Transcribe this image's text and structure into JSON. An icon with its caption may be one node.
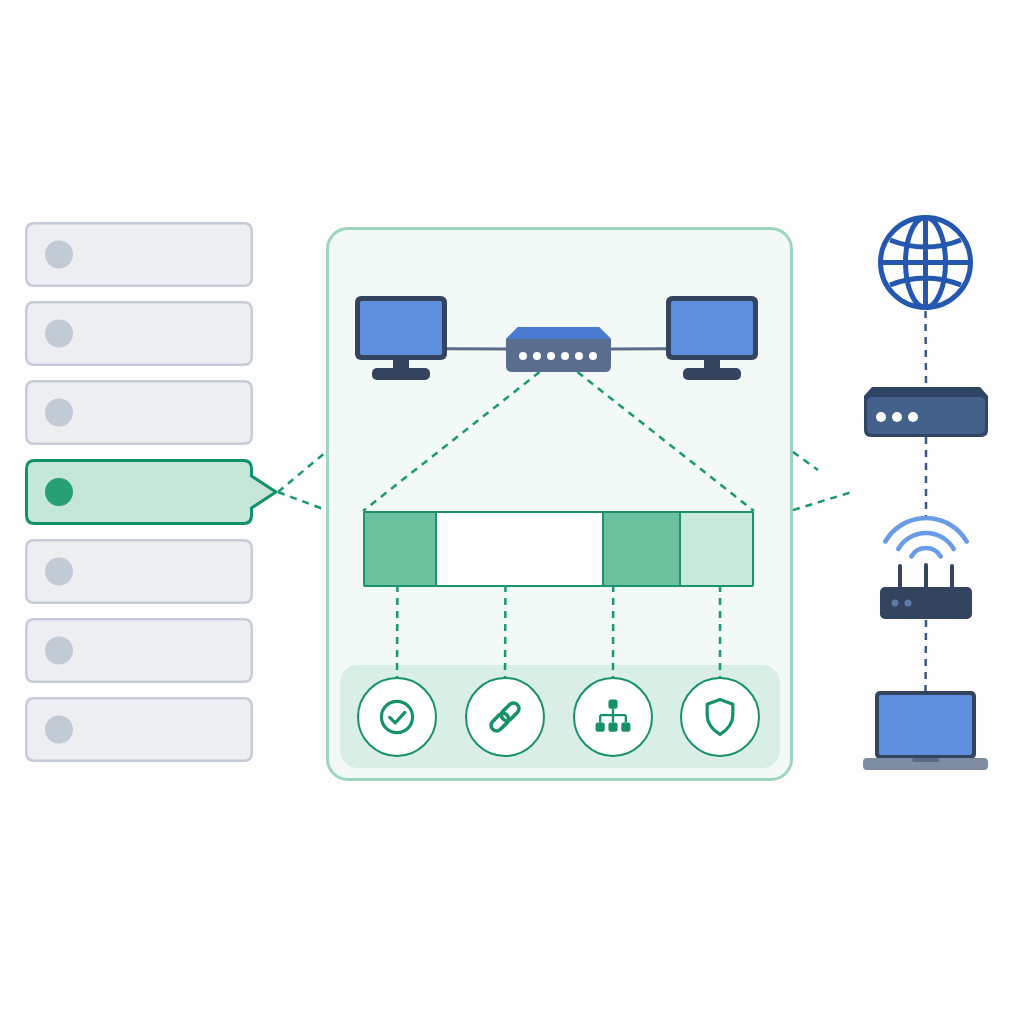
{
  "diagram": {
    "nodes": [
      {
        "text": [],
        "shape": "box"
      },
      {
        "text": [],
        "shape": "box"
      },
      {
        "text": [],
        "shape": "box"
      },
      {
        "text": [],
        "shape": "box"
      },
      {
        "text": [],
        "shape": "box"
      },
      {
        "text": [],
        "shape": "box"
      },
      {
        "text": [],
        "shape": "box"
      },
      {
        "text": [],
        "shape": "box"
      },
      {
        "text": [],
        "shape": "monitor",
        "in": 7
      },
      {
        "text": [],
        "shape": "switch",
        "in": 7
      },
      {
        "text": [],
        "shape": "monitor",
        "in": 7
      },
      {
        "text": [],
        "shape": "bar",
        "in": 7
      },
      {
        "text": [],
        "shape": "box",
        "in": 11
      },
      {
        "text": [],
        "shape": "box",
        "in": 11
      },
      {
        "text": [],
        "shape": "box",
        "in": 11
      },
      {
        "text": [],
        "shape": "box",
        "in": 11
      },
      {
        "text": [],
        "shape": "box",
        "in": 7
      },
      {
        "text": [],
        "shape": "circle",
        "in": 16
      },
      {
        "text": [],
        "shape": "circle",
        "in": 16
      },
      {
        "text": [],
        "shape": "circle",
        "in": 16
      },
      {
        "text": [],
        "shape": "circle",
        "in": 16
      },
      {
        "text": [],
        "shape": "globe"
      },
      {
        "text": [],
        "shape": "modem"
      },
      {
        "text": [],
        "shape": "router"
      },
      {
        "text": [],
        "shape": "laptop"
      }
    ],
    "edges": [
      {
        "from": 3,
        "to": 7,
        "arrow": "none",
        "style": "dashed"
      },
      {
        "from": 3,
        "to": 7,
        "arrow": "none",
        "style": "dashed"
      },
      {
        "from": 8,
        "to": 9,
        "arrow": "none",
        "color": "#5b6b85"
      },
      {
        "from": 9,
        "to": 10,
        "arrow": "none",
        "color": "#5b6b85"
      },
      {
        "from": 9,
        "to": 11,
        "arrow": "none",
        "style": "dashed"
      },
      {
        "from": 9,
        "to": 11,
        "arrow": "none",
        "style": "dashed"
      },
      {
        "from": 12,
        "to": 17,
        "arrow": "none",
        "style": "dashed"
      },
      {
        "from": 13,
        "to": 18,
        "arrow": "none",
        "style": "dashed"
      },
      {
        "from": 14,
        "to": 19,
        "arrow": "none",
        "style": "dashed"
      },
      {
        "from": 15,
        "to": 20,
        "arrow": "none",
        "style": "dashed"
      },
      {
        "from": 7,
        "to": null,
        "arrow": "none",
        "style": "dashed"
      },
      {
        "from": 7,
        "to": null,
        "arrow": "none",
        "style": "dashed"
      },
      {
        "from": 21,
        "to": 22,
        "arrow": "none",
        "style": "dashed",
        "color": "#3b5784"
      },
      {
        "from": 22,
        "to": 23,
        "arrow": "none",
        "style": "dashed",
        "color": "#3b5784"
      },
      {
        "from": 23,
        "to": 24,
        "arrow": "none",
        "style": "dashed",
        "color": "#3b5784"
      }
    ]
  }
}
